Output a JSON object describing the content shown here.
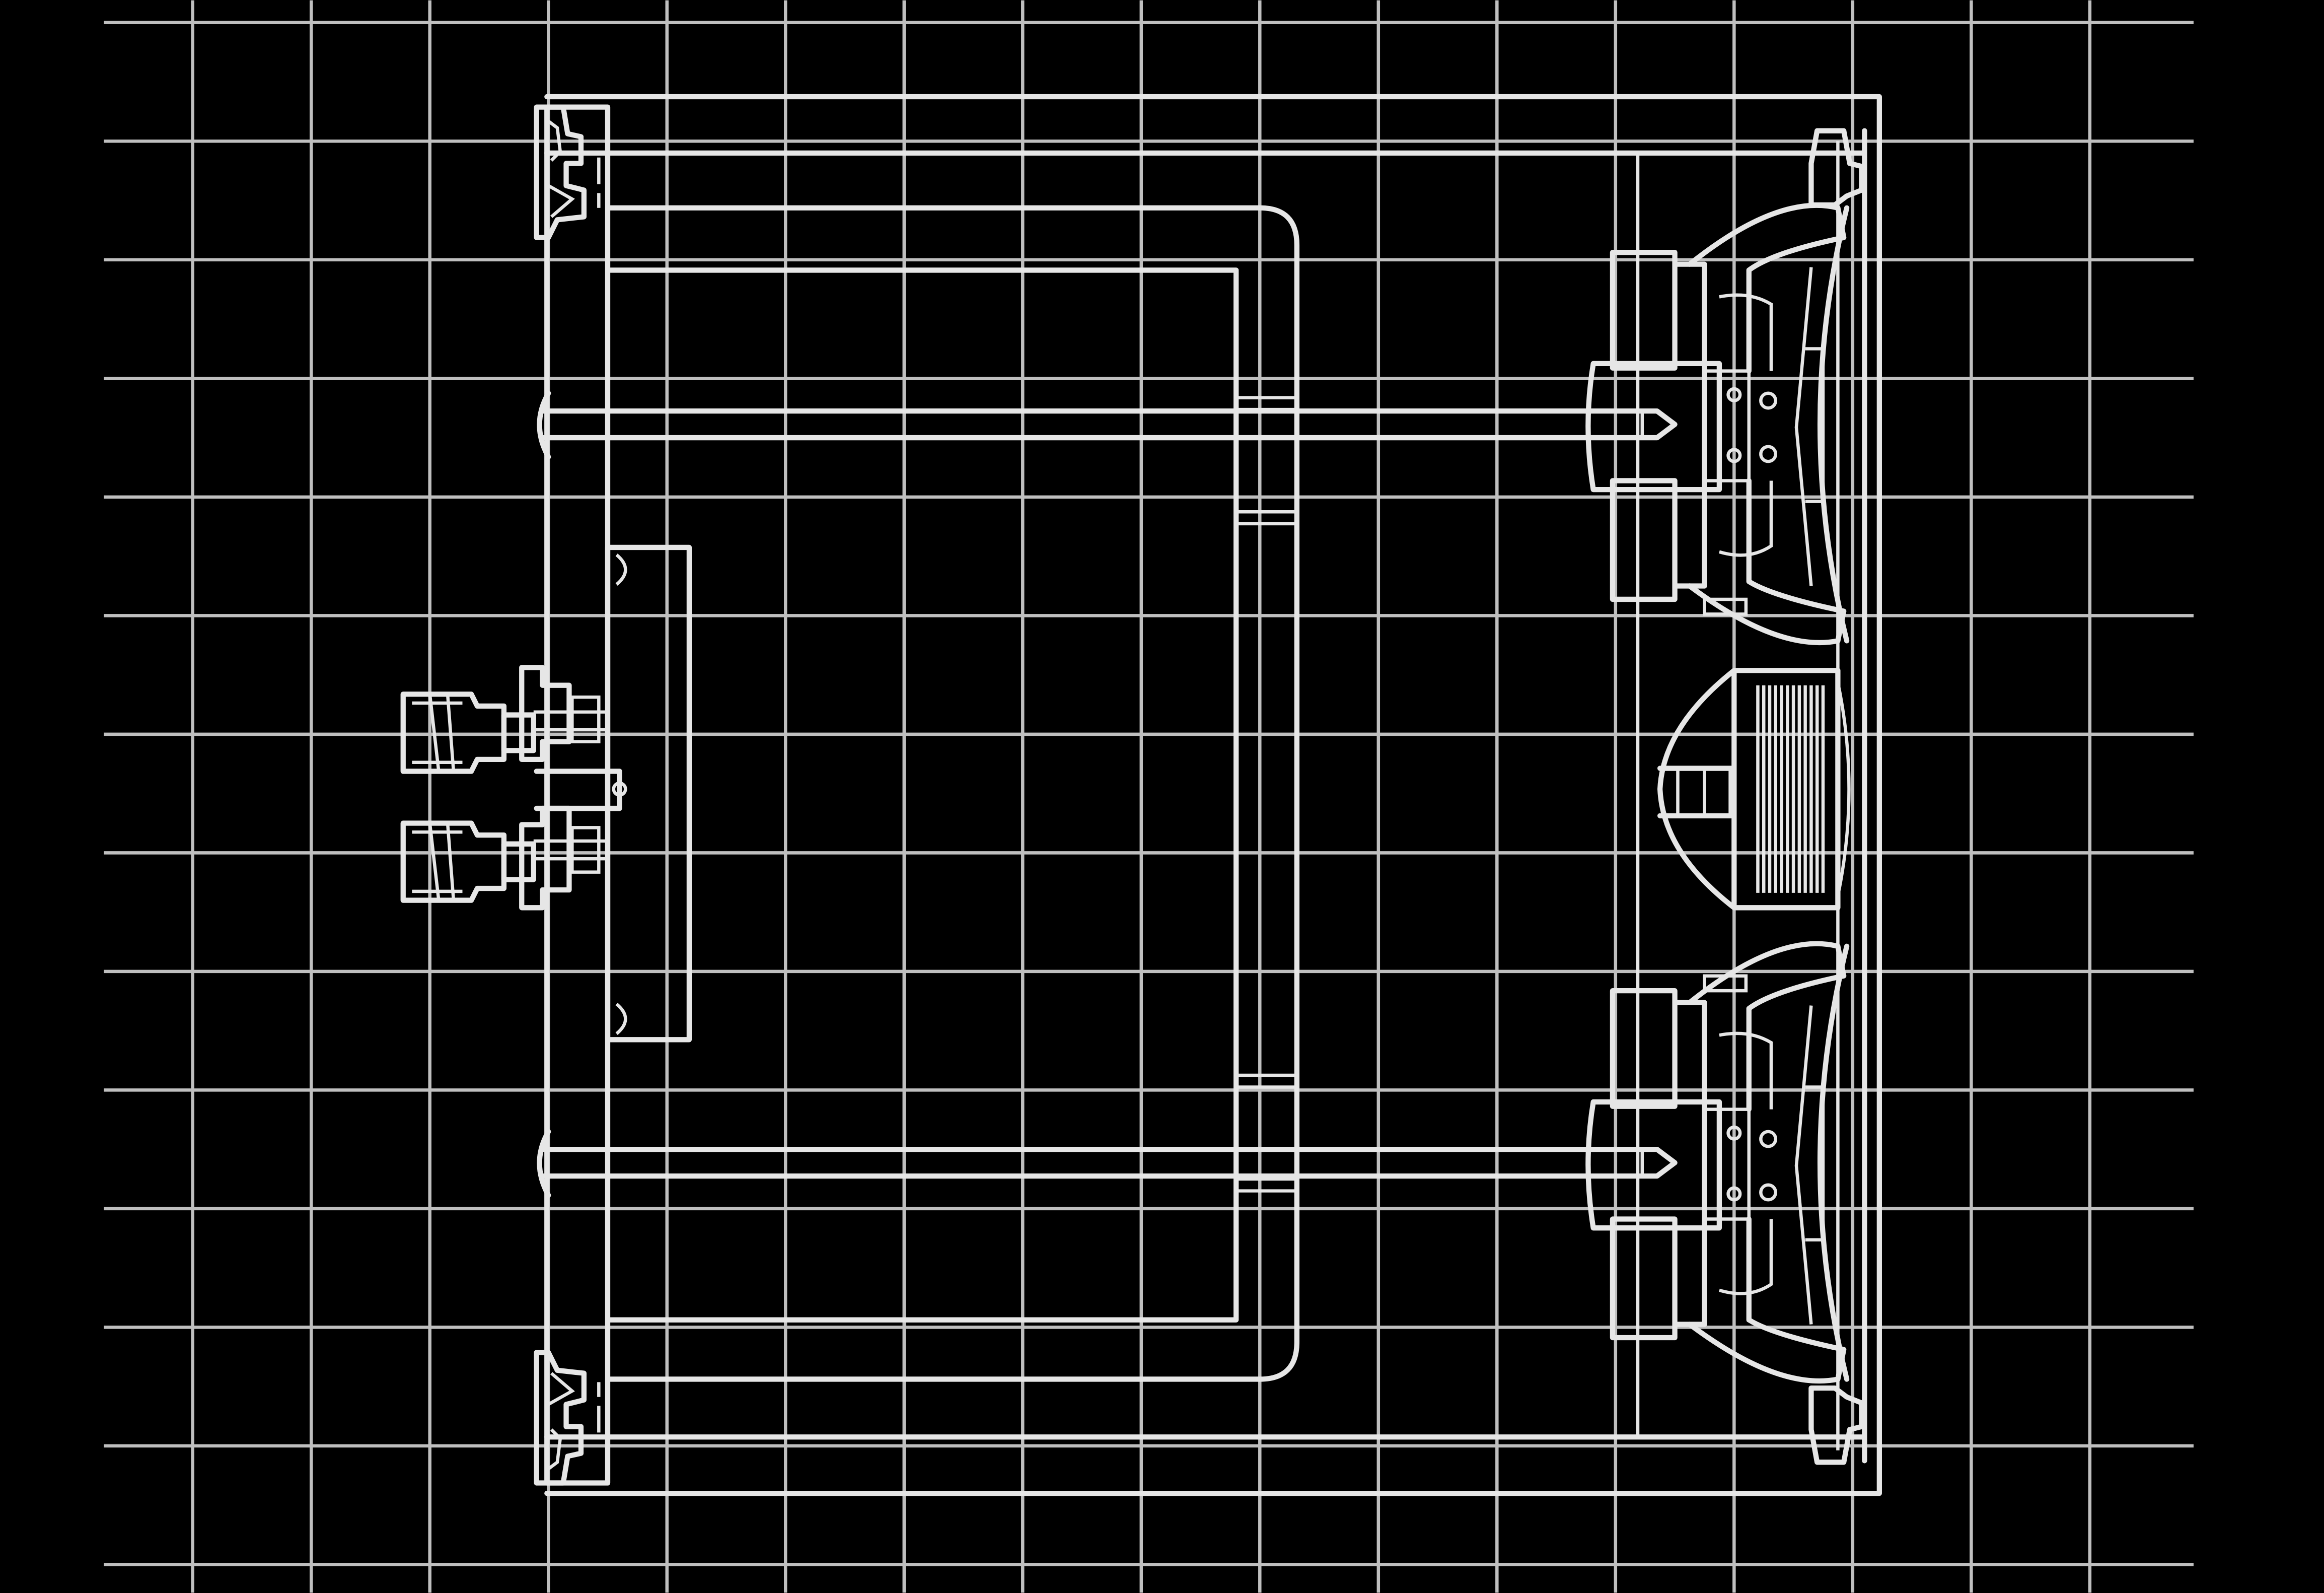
{
  "title": "",
  "colors": {
    "background": "#000000",
    "lines": "#e6e6e6",
    "grid": "#bfbfbf"
  },
  "view": {
    "type": "cross-section line drawing",
    "style": "white lines on black",
    "grid": true
  },
  "components": [
    "enclosure",
    "terminal-pair",
    "internal-brace",
    "woofer-upper",
    "woofer-lower",
    "tweeter",
    "mounting-rod-upper",
    "mounting-rod-lower"
  ]
}
